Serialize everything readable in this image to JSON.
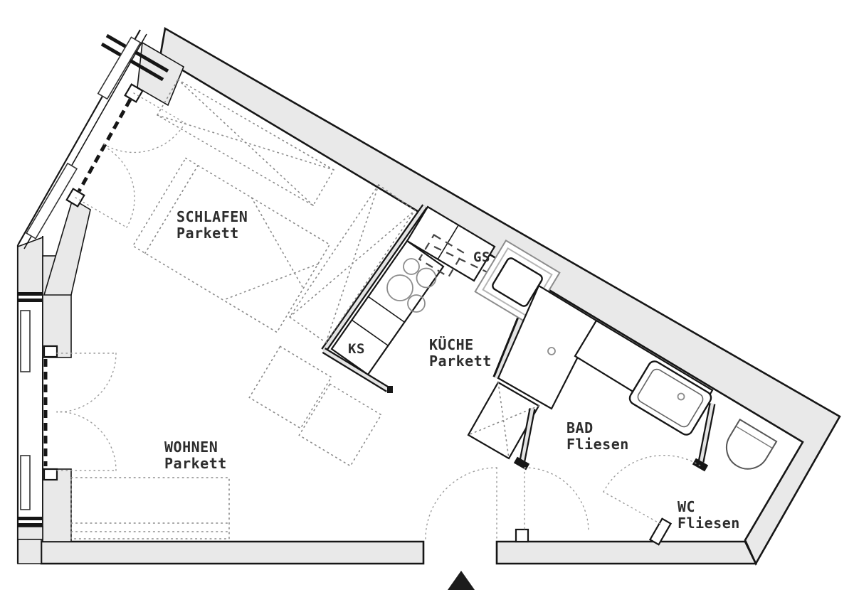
{
  "rooms": [
    {
      "id": "schlafen",
      "name": "SCHLAFEN",
      "floor": "Parkett"
    },
    {
      "id": "wohnen",
      "name": "WOHNEN",
      "floor": "Parkett"
    },
    {
      "id": "kueche",
      "name": "KÜCHE",
      "floor": "Parkett"
    },
    {
      "id": "bad",
      "name": "BAD",
      "floor": "Fliesen"
    },
    {
      "id": "wc",
      "name": "WC",
      "floor": "Fliesen"
    }
  ],
  "appliance_labels": [
    {
      "id": "ks",
      "label": "KS"
    },
    {
      "id": "gs",
      "label": "GS"
    }
  ],
  "fixtures": [
    "hob-four-burners",
    "kitchen-sink-unit",
    "oven-dashed",
    "fridge-compartment",
    "shower-with-drain",
    "washbasin-vanity",
    "toilet",
    "service-shaft-cross",
    "double-bed",
    "wardrobe",
    "sideboard",
    "side-tables"
  ],
  "doors": [
    "entrance-door-swing",
    "bath-door-swing",
    "wc-door-swing",
    "bedroom-balcony-double-door",
    "living-room-french-double-door"
  ],
  "windows": [
    "facade-window-upper",
    "facade-window-lower",
    "left-wall-window-upper",
    "left-wall-window-lower"
  ],
  "symbols": {
    "north_arrow": "filled-triangle"
  },
  "colors": {
    "wall_fill": "#e9e9e9",
    "outline": "#161616",
    "text": "#2d2d2d",
    "furniture_dotted": "#8a8a8a",
    "door_arc": "#9a9a9a",
    "appliance_gray": "#8c8c8c"
  }
}
